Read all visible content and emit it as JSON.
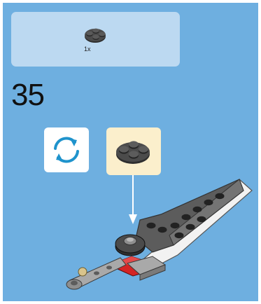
{
  "parts_list": {
    "items": [
      {
        "part_icon": "round-plate-2x2-with-studs",
        "color": "#2f2f2f",
        "quantity_label": "1x"
      }
    ]
  },
  "step": {
    "number": "35"
  },
  "rotate_indicator": {
    "icon": "rotate-arrows-icon",
    "color": "#1f93cc"
  },
  "callout": {
    "part_icon": "round-plate-2x2-with-studs",
    "background_color": "#fbefcc"
  },
  "colors": {
    "background": "#6eafe0",
    "parts_box": "#bcd9f1",
    "dark_bluish_gray": "#5c5c5c",
    "light_bluish_gray": "#a9a9a9",
    "white": "#f4f4f4",
    "red": "#d42424",
    "tan": "#d9c48c",
    "black": "#2f2f2f"
  }
}
